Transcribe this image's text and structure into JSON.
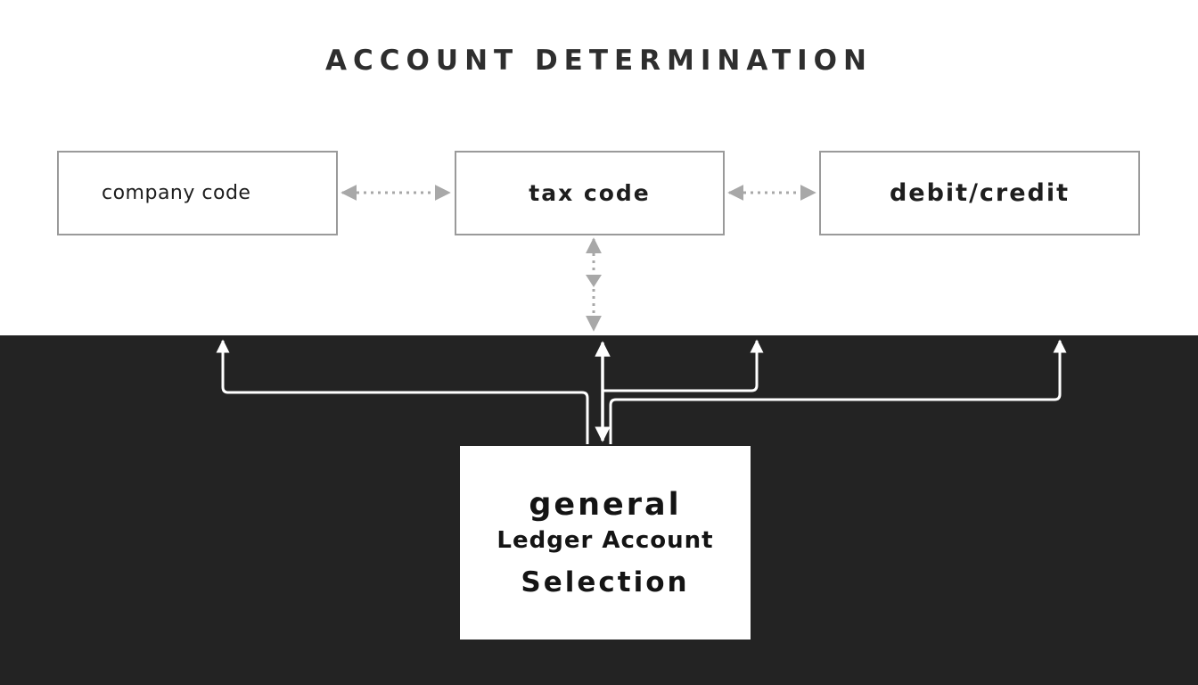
{
  "title": "ACCOUNT DETERMINATION",
  "nodes": {
    "company_code": "company code",
    "tax_code": "tax code",
    "debit_credit": "debit/credit",
    "gl_selection": {
      "line1": "general",
      "line2": "Ledger Account",
      "line3": "Selection"
    }
  },
  "colors": {
    "background": "#ffffff",
    "dark_band": "#232323",
    "box_border": "#9a9a9a",
    "dotted_connector": "#a8a8a8",
    "solid_connector": "#ffffff",
    "text": "#1e1e1e"
  }
}
